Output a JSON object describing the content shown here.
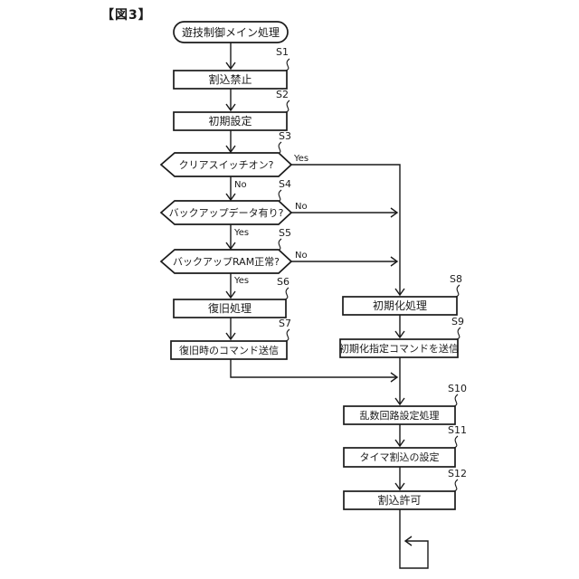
{
  "figure_label": "【図3】",
  "flowchart": {
    "start": {
      "label": "遊技制御メイン処理"
    },
    "steps": [
      {
        "id": "S1",
        "label": "割込禁止"
      },
      {
        "id": "S2",
        "label": "初期設定"
      },
      {
        "id": "S3",
        "label": "クリアスイッチオン?",
        "yes": "Yes",
        "no": "No"
      },
      {
        "id": "S4",
        "label": "バックアップデータ有り?",
        "yes": "Yes",
        "no": "No"
      },
      {
        "id": "S5",
        "label": "バックアップRAM正常?",
        "yes": "Yes",
        "no": "No"
      },
      {
        "id": "S6",
        "label": "復旧処理"
      },
      {
        "id": "S7",
        "label": "復旧時のコマンド送信"
      },
      {
        "id": "S8",
        "label": "初期化処理"
      },
      {
        "id": "S9",
        "label": "初期化指定コマンドを送信"
      },
      {
        "id": "S10",
        "label": "乱数回路設定処理"
      },
      {
        "id": "S11",
        "label": "タイマ割込の設定"
      },
      {
        "id": "S12",
        "label": "割込許可"
      }
    ],
    "line_color": "#1a1a1a"
  }
}
